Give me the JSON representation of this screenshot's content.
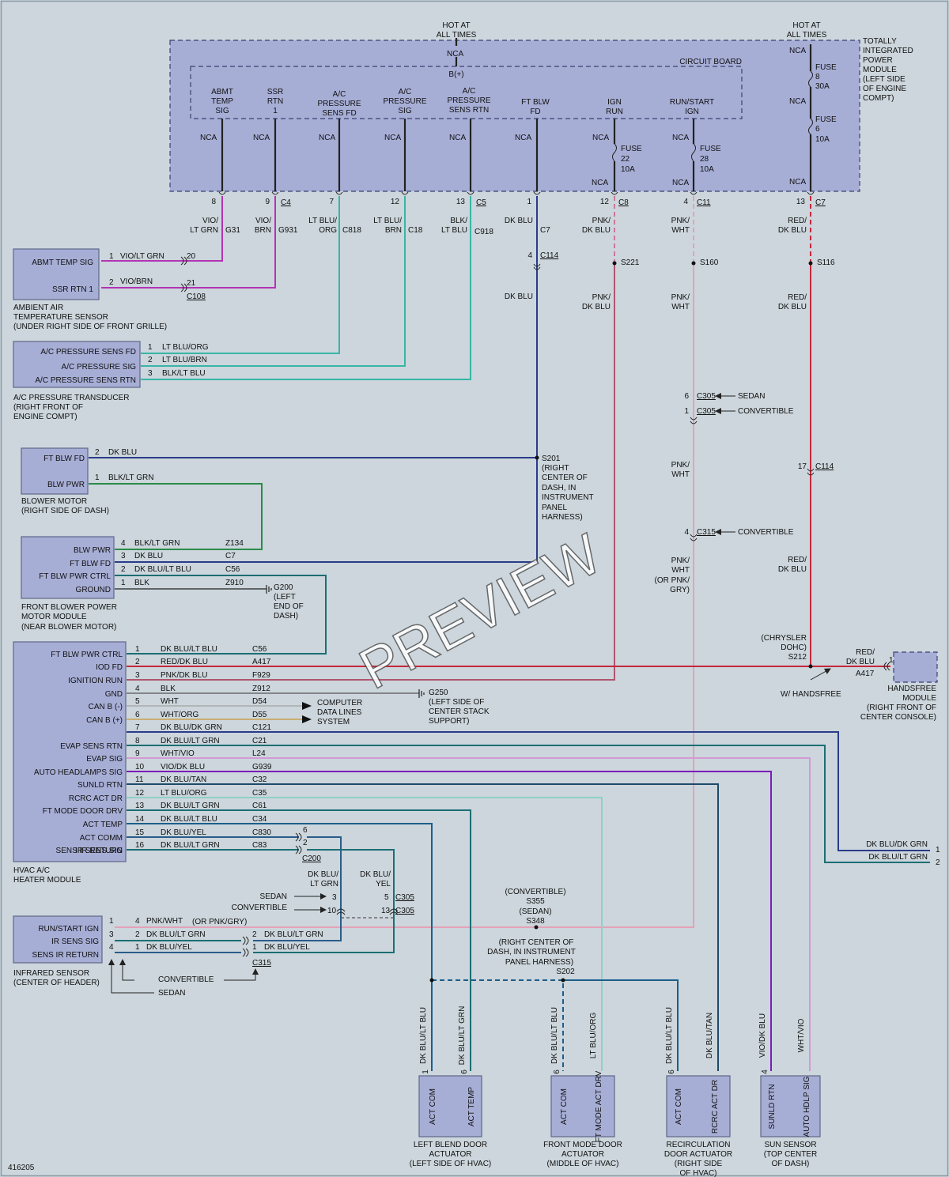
{
  "module": {
    "hot_left": [
      "HOT AT",
      "ALL TIMES"
    ],
    "hot_right": [
      "HOT AT",
      "ALL TIMES"
    ],
    "title_lines": [
      "TOTALLY",
      "INTEGRATED",
      "POWER",
      "MODULE",
      "(LEFT SIDE",
      "OF ENGINE",
      "COMPT)"
    ],
    "circuit_board": "CIRCUIT BOARD",
    "bplus": "B(+)",
    "nca": "NCA",
    "pins": [
      {
        "lines": [
          "ABMT",
          "TEMP",
          "SIG"
        ],
        "cav": "8",
        "conn": "",
        "wire": [
          "VIO/",
          "LT GRN"
        ],
        "circuit": "G31"
      },
      {
        "lines": [
          "SSR",
          "RTN",
          "1"
        ],
        "cav": "9",
        "conn": "C4",
        "wire": [
          "VIO/",
          "BRN"
        ],
        "circuit": "G931"
      },
      {
        "lines": [
          "A/C",
          "PRESSURE",
          "SENS FD"
        ],
        "cav": "7",
        "conn": "",
        "wire": [
          "LT BLU/",
          "ORG"
        ],
        "circuit": "C818"
      },
      {
        "lines": [
          "A/C",
          "PRESSURE",
          "SIG"
        ],
        "cav": "12",
        "conn": "",
        "wire": [
          "LT BLU/",
          "BRN"
        ],
        "circuit": "C18"
      },
      {
        "lines": [
          "A/C",
          "PRESSURE",
          "SENS RTN"
        ],
        "cav": "13",
        "conn": "C5",
        "wire": [
          "BLK/",
          "LT BLU"
        ],
        "circuit": "C918"
      },
      {
        "lines": [
          "FT BLW",
          "FD"
        ],
        "cav": "1",
        "conn": "",
        "wire": [
          "DK BLU"
        ],
        "circuit": "C7"
      },
      {
        "lines": [
          "IGN",
          "RUN"
        ],
        "cav": "12",
        "conn": "C8",
        "wire": [
          "PNK/",
          "DK BLU"
        ],
        "circuit": ""
      },
      {
        "lines": [
          "RUN/START",
          "IGN"
        ],
        "cav": "4",
        "conn": "C11",
        "wire": [
          "PNK/",
          "WHT"
        ],
        "circuit": ""
      },
      {
        "lines": [],
        "cav": "13",
        "conn": "C7",
        "wire": [
          "RED/",
          "DK BLU"
        ],
        "circuit": ""
      }
    ],
    "fuses": [
      {
        "lines": [
          "FUSE",
          "22",
          "10A"
        ]
      },
      {
        "lines": [
          "FUSE",
          "28",
          "10A"
        ]
      },
      {
        "lines": [
          "FUSE",
          "8",
          "30A"
        ]
      },
      {
        "lines": [
          "FUSE",
          "6",
          "10A"
        ]
      }
    ]
  },
  "ambient": {
    "pins": [
      "ABMT TEMP SIG",
      "SSR RTN 1"
    ],
    "cavs": [
      "1",
      "2"
    ],
    "wires": [
      "VIO/LT GRN",
      "VIO/BRN"
    ],
    "conn_cavs": [
      "20",
      "21"
    ],
    "conn": "C108",
    "name": [
      "AMBIENT AIR",
      "TEMPERATURE SENSOR",
      "(UNDER RIGHT SIDE OF FRONT GRILLE)"
    ]
  },
  "transducer": {
    "pins": [
      "A/C PRESSURE SENS FD",
      "A/C PRESSURE SIG",
      "A/C PRESSURE SENS RTN"
    ],
    "cavs": [
      "1",
      "2",
      "3"
    ],
    "wires": [
      "LT BLU/ORG",
      "LT BLU/BRN",
      "BLK/LT BLU"
    ],
    "name": [
      "A/C PRESSURE TRANSDUCER",
      "(RIGHT FRONT OF",
      "ENGINE COMPT)"
    ]
  },
  "blower": {
    "pins": [
      "FT BLW FD",
      "BLW PWR"
    ],
    "cavs": [
      "2",
      "1"
    ],
    "wires": [
      "DK BLU",
      "BLK/LT GRN"
    ],
    "name": [
      "BLOWER MOTOR",
      "(RIGHT SIDE OF DASH)"
    ]
  },
  "fbpm": {
    "pins": [
      "BLW PWR",
      "FT BLW FD",
      "FT BLW PWR CTRL",
      "GROUND"
    ],
    "cavs": [
      "4",
      "3",
      "2",
      "1"
    ],
    "wires": [
      "BLK/LT GRN",
      "DK BLU",
      "DK BLU/LT BLU",
      "BLK"
    ],
    "circuits": [
      "Z134",
      "C7",
      "C56",
      "Z910"
    ],
    "name": [
      "FRONT BLOWER POWER",
      "MOTOR MODULE",
      "(NEAR BLOWER MOTOR)"
    ],
    "ground": [
      "G200",
      "(LEFT",
      "END OF",
      "DASH)"
    ]
  },
  "hvac": {
    "name": [
      "HVAC A/C",
      "HEATER MODULE"
    ],
    "rows": [
      {
        "pin": "FT BLW PWR CTRL",
        "cav": "1",
        "wire": "DK BLU/LT BLU",
        "circuit": "C56"
      },
      {
        "pin": "IOD FD",
        "cav": "2",
        "wire": "RED/DK BLU",
        "circuit": "A417"
      },
      {
        "pin": "IGNITION RUN",
        "cav": "3",
        "wire": "PNK/DK BLU",
        "circuit": "F929"
      },
      {
        "pin": "GND",
        "cav": "4",
        "wire": "BLK",
        "circuit": "Z912"
      },
      {
        "pin": "CAN B (-)",
        "cav": "5",
        "wire": "WHT",
        "circuit": "D54"
      },
      {
        "pin": "CAN B (+)",
        "cav": "6",
        "wire": "WHT/ORG",
        "circuit": "D55"
      },
      {
        "pin": "",
        "cav": "7",
        "wire": "DK BLU/DK GRN",
        "circuit": "C121"
      },
      {
        "pin": "EVAP SENS RTN",
        "cav": "8",
        "wire": "DK BLU/LT GRN",
        "circuit": "C21"
      },
      {
        "pin": "EVAP SIG",
        "cav": "9",
        "wire": "WHT/VIO",
        "circuit": "L24"
      },
      {
        "pin": "AUTO HEADLAMPS SIG",
        "cav": "10",
        "wire": "VIO/DK BLU",
        "circuit": "G939"
      },
      {
        "pin": "SUNLD RTN",
        "cav": "11",
        "wire": "DK BLU/TAN",
        "circuit": "C32"
      },
      {
        "pin": "RCRC ACT DR",
        "cav": "12",
        "wire": "LT BLU/ORG",
        "circuit": "C35"
      },
      {
        "pin": "FT MODE DOOR DRV",
        "cav": "13",
        "wire": "DK BLU/LT GRN",
        "circuit": "C61"
      },
      {
        "pin": "ACT TEMP",
        "cav": "14",
        "wire": "DK BLU/LT BLU",
        "circuit": "C34"
      },
      {
        "pin": "ACT COMM",
        "cav": "15",
        "wire": "DK BLU/YEL",
        "circuit": "C830"
      },
      {
        "pin": "SENS IR RETURN",
        "cav": "16",
        "wire": "DK BLU/LT GRN",
        "circuit": "C83"
      },
      {
        "pin": "IR SENS SIG",
        "cav": "",
        "wire": "",
        "circuit": ""
      }
    ],
    "data_lines": [
      "COMPUTER",
      "DATA LINES",
      "SYSTEM"
    ],
    "ground": [
      "G250",
      "(LEFT SIDE OF",
      "CENTER STACK",
      "SUPPORT)"
    ],
    "c200_cavs": [
      "6",
      "2"
    ],
    "c200": "C200"
  },
  "splices": {
    "s201": [
      "S201",
      "(RIGHT",
      "CENTER OF",
      "DASH, IN",
      "INSTRUMENT",
      "PANEL",
      "HARNESS)"
    ],
    "s221": "S221",
    "s160": "S160",
    "s116": "S116",
    "s212": [
      "(CHRYSLER",
      "DOHC)",
      "S212"
    ],
    "s355": [
      "(CONVERTIBLE)",
      "S355",
      "(SEDAN)",
      "S348"
    ],
    "s202": [
      "(RIGHT CENTER OF",
      "DASH, IN INSTRUMENT",
      "PANEL HARNESS)",
      "S202"
    ],
    "c114a": {
      "cav": "4",
      "conn": "C114"
    },
    "c114b": {
      "cav": "17",
      "conn": "C114"
    },
    "c305": [
      {
        "cav": "6",
        "conn": "C305",
        "note": "SEDAN"
      },
      {
        "cav": "1",
        "conn": "C305",
        "note": "CONVERTIBLE"
      }
    ],
    "c315": {
      "cav": "4",
      "conn": "C315",
      "note": "CONVERTIBLE"
    },
    "wire_labels": {
      "dkblu_mid": "DK BLU",
      "pnkdkblu_mid": [
        "PNK/",
        "DK BLU"
      ],
      "pnkwht_mid": [
        "PNK/",
        "WHT"
      ],
      "reddkblu_mid": [
        "RED/",
        "DK BLU"
      ],
      "pnkwht_low": [
        "PNK/",
        "WHT"
      ],
      "pnkwht_alt": [
        "PNK/",
        "WHT",
        "(OR PNK/",
        "GRY)"
      ],
      "reddkblu_low": [
        "RED/",
        "DK BLU"
      ],
      "reddkblu_right": [
        "RED/",
        "DK BLU"
      ],
      "a417": "A417"
    }
  },
  "handsfree": {
    "cav": "1",
    "name": [
      "HANDSFREE",
      "MODULE",
      "(RIGHT FRONT OF",
      "CENTER CONSOLE)"
    ],
    "note": "W/ HANDSFREE"
  },
  "right_exit": [
    {
      "wire": "DK BLU/DK GRN",
      "num": "1"
    },
    {
      "wire": "DK BLU/LT GRN",
      "num": "2"
    }
  ],
  "ir": {
    "pins": [
      "RUN/START IGN",
      "IR SENS SIG",
      "SENS IR RETURN"
    ],
    "cavs": [
      "1",
      "3",
      "4"
    ],
    "c315_cavs": [
      "4",
      "2",
      "1"
    ],
    "wires": [
      "PNK/WHT",
      "DK BLU/LT GRN",
      "DK BLU/YEL"
    ],
    "alt": "(OR PNK/GRY)",
    "c200_cavs": [
      "2",
      "1"
    ],
    "c200_wires": [
      "DK BLU/LT GRN",
      "DK BLU/YEL"
    ],
    "c315": "C315",
    "name": [
      "INFRARED SENSOR",
      "(CENTER OF HEADER)"
    ],
    "convertible": "CONVERTIBLE",
    "sedan": "SEDAN",
    "sedan_arrow": "SEDAN",
    "conv_arrow": "CONVERTIBLE",
    "sedan_cav": "3",
    "conv_cav": "10",
    "c305_cavs": [
      "5",
      "13"
    ],
    "c305": "C305",
    "wire_a": [
      "DK BLU/",
      "LT GRN"
    ],
    "wire_b": [
      "DK BLU/",
      "YEL"
    ]
  },
  "actuators": [
    {
      "name": [
        "LEFT BLEND DOOR",
        "ACTUATOR",
        "(LEFT SIDE OF HVAC)"
      ],
      "pins": [
        "ACT COM",
        "ACT TEMP"
      ],
      "cavs": [
        "1",
        "6"
      ],
      "wires": [
        "DK BLU/LT BLU",
        "DK BLU/LT GRN"
      ]
    },
    {
      "name": [
        "FRONT MODE DOOR",
        "ACTUATOR",
        "(MIDDLE OF HVAC)"
      ],
      "pins": [
        "ACT COM",
        "FT MODE ACT DRV"
      ],
      "cavs": [
        "6",
        ""
      ],
      "wires": [
        "DK BLU/LT BLU",
        "LT BLU/ORG"
      ]
    },
    {
      "name": [
        "RECIRCULATION",
        "DOOR ACTUATOR",
        "(RIGHT SIDE",
        "OF HVAC)"
      ],
      "pins": [
        "ACT COM",
        "RCRC ACT DR"
      ],
      "cavs": [
        "6",
        ""
      ],
      "wires": [
        "DK BLU/LT BLU",
        "DK BLU/TAN"
      ]
    },
    {
      "name": [
        "SUN SENSOR",
        "(TOP CENTER",
        "OF DASH)"
      ],
      "pins": [
        "SUNLD RTN",
        "AUTO HDLP SIG"
      ],
      "cavs": [
        "4",
        ""
      ],
      "wires": [
        "VIO/DK BLU",
        "WHT/VIO"
      ]
    }
  ],
  "doc_id": "416205",
  "watermark": "PREVIEW",
  "colors": {
    "magenta": "#b433b4",
    "teal": "#37b6a6",
    "navy": "#2a3c8a",
    "green": "#2c8a4a",
    "red": "#c4283c",
    "rose": "#b0556e",
    "pink": "#e3a2b8",
    "purple": "#7a1cb8",
    "darkteal": "#1c6e74",
    "tan": "#a08c5c"
  }
}
